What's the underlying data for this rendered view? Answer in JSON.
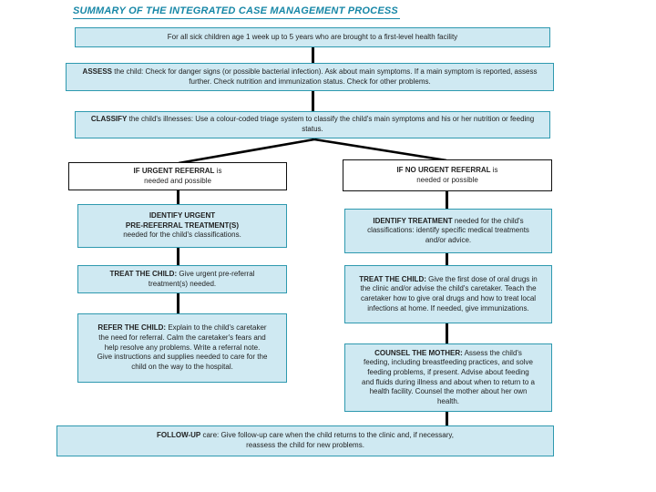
{
  "title": "SUMMARY OF THE INTEGRATED CASE MANAGEMENT PROCESS",
  "colors": {
    "title_text": "#1787a7",
    "box_fill": "#cfe9f2",
    "accent_teal_border": "#2e99af",
    "connector_black": "#000000"
  },
  "boxes": {
    "scope": {
      "text": "For all sick children age 1 week up to 5 years who are brought to a first-level health facility"
    },
    "assess": {
      "bold": "ASSESS",
      "rest": " the child: Check for danger signs (or possible bacterial infection). Ask about main symptoms. If a main symptom is reported, assess further. Check nutrition and immunization status. Check for other problems."
    },
    "classify": {
      "bold": "CLASSIFY",
      "rest": " the child's illnesses: Use a colour-coded triage system to classify the child's main symptoms and his or her nutrition or feeding status."
    },
    "urgent_referral": {
      "bold": "IF URGENT REFERRAL",
      "rest": " is needed and possible"
    },
    "no_urgent_referral": {
      "bold": "IF NO URGENT REFERRAL",
      "rest": " is needed or possible"
    },
    "identify_urgent": {
      "bold_line1": "IDENTIFY URGENT",
      "bold_line2": "PRE-REFERRAL TREATMENT(S)",
      "rest": "needed for the child's classifications."
    },
    "treat_child_referral": {
      "bold": "TREAT THE CHILD:",
      "rest": " Give urgent pre-referral treatment(s) needed."
    },
    "refer_child": {
      "bold": "REFER THE CHILD:",
      "rest": " Explain to the child's caretaker the need for referral. Calm the caretaker's fears and help resolve any problems. Write a referral note. Give instructions and supplies needed to care for the child on the way to the hospital."
    },
    "identify_treatment": {
      "bold": "IDENTIFY TREATMENT",
      "rest": " needed for the child's classifications: identify specific medical treatments and/or advice."
    },
    "treat_child_clinic": {
      "bold": "TREAT THE CHILD:",
      "rest": " Give the first dose of oral drugs in the clinic and/or advise the child's caretaker. Teach the caretaker how to give oral drugs and how to treat local infections at home. If needed, give immunizations."
    },
    "counsel_mother": {
      "bold": "COUNSEL THE MOTHER:",
      "rest": " Assess the child's feeding, including breastfeeding practices, and solve feeding problems, if present. Advise about feeding and fluids during illness and about when to return to a health facility. Counsel the mother about her own health."
    },
    "follow_up": {
      "bold": "FOLLOW-UP",
      "rest": " care: Give follow-up care when the child returns to the clinic and, if necessary, reassess the child for new problems."
    }
  }
}
